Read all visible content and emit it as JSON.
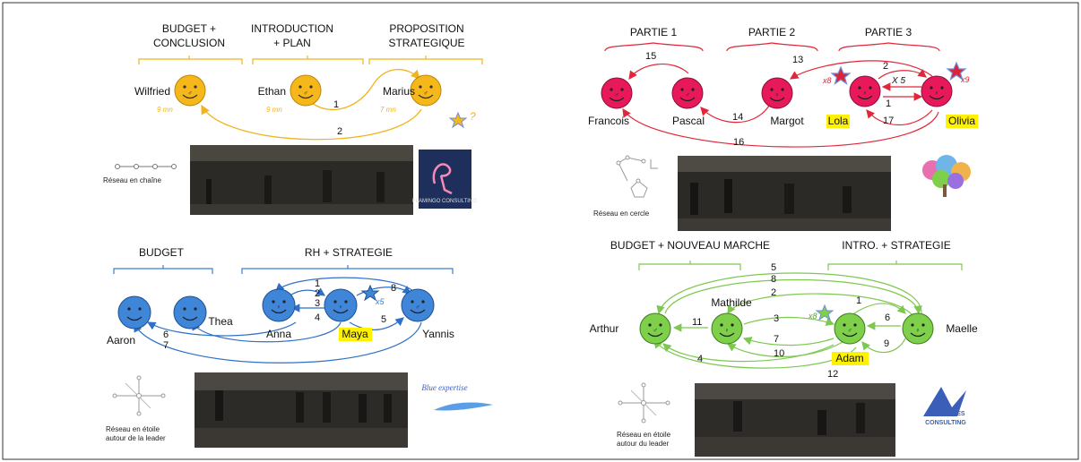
{
  "panels": {
    "tl": {
      "groups": [
        "BUDGET +",
        "CONCLUSION",
        "INTRODUCTION",
        "+ PLAN",
        "PROPOSITION",
        "STRATEGIQUE"
      ],
      "people": [
        "Wilfried",
        "Ethan",
        "Marius"
      ],
      "times": [
        "9 mn",
        "9 mn",
        "7 mn"
      ],
      "edges": [
        "1",
        "2"
      ],
      "question": "?",
      "network_label": "Réseau en chaîne",
      "logo_text": "FLAMINGO CONSULTING",
      "color": "#f0b41e"
    },
    "tr": {
      "groups": [
        "PARTIE 1",
        "PARTIE 2",
        "PARTIE 3"
      ],
      "people": [
        "Francois",
        "Pascal",
        "Margot",
        "Lola",
        "Olivia"
      ],
      "edges": [
        "15",
        "13",
        "14",
        "16",
        "2",
        "X 5",
        "1",
        "17"
      ],
      "multipliers": [
        "x8",
        "x9"
      ],
      "network_label": "Réseau en cercle",
      "color": "#e8195a"
    },
    "bl": {
      "groups": [
        "BUDGET",
        "RH + STRATEGIE"
      ],
      "people": [
        "Aaron",
        "Thea",
        "Anna",
        "Maya",
        "Yannis"
      ],
      "edges": [
        "1",
        "2",
        "3",
        "4",
        "5",
        "6",
        "7",
        "8"
      ],
      "multiplier": "x5",
      "network_label": [
        "Réseau en étoile",
        "autour de la leader"
      ],
      "logo_text": "Blue expertise",
      "color": "#3a7fd5"
    },
    "br": {
      "groups": [
        "BUDGET + NOUVEAU MARCHE",
        "INTRO. + STRATEGIE"
      ],
      "people": [
        "Arthur",
        "Mathilde",
        "Adam",
        "Maelle"
      ],
      "edges": [
        "5",
        "8",
        "2",
        "1",
        "11",
        "3",
        "6",
        "7",
        "10",
        "9",
        "4",
        "12"
      ],
      "multiplier": "x8",
      "network_label": [
        "Réseau en étoile",
        "autour du leader"
      ],
      "logo_text": [
        "AVES",
        "CONSULTING"
      ],
      "color": "#7ec850"
    }
  },
  "colors": {
    "yellow_face": "#f5b719",
    "pink_face": "#e8195a",
    "blue_face": "#3f86d8",
    "green_face": "#7ed04a",
    "highlight": "#fff200",
    "star_blue": "#6f8fd8",
    "star_red": "#d9243c"
  }
}
